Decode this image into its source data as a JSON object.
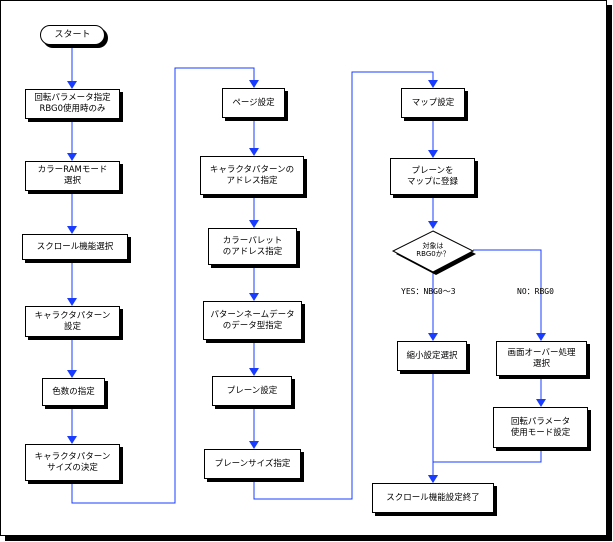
{
  "start": "スタート",
  "col1": [
    "回転パラメータ指定\nRBG0使用時のみ",
    "カラーRAMモード\n選択",
    "スクロール機能選択",
    "キャラクタパターン\n設定",
    "色数の指定",
    "キャラクタパターン\nサイズの決定"
  ],
  "col2": [
    "ページ設定",
    "キャラクタパターンの\nアドレス指定",
    "カラーパレット\nのアドレス指定",
    "パターンネームデータ\nのデータ型指定",
    "プレーン設定",
    "プレーンサイズ指定"
  ],
  "col3": {
    "map": "マップ設定",
    "register": "プレーンを\nマップに登録",
    "decision": "対象は\nRBG0か？",
    "yes_label": "YES：NBG0〜3",
    "no_label": "NO：RBG0",
    "reduce": "縮小設定選択",
    "overprocess": "画面オーバー処理\n選択",
    "rotmode": "回転パラメータ\n使用モード設定",
    "end": "スクロール機能設定終了"
  },
  "colors": {
    "arrow": "#1a3cff",
    "box_border": "#000000"
  }
}
